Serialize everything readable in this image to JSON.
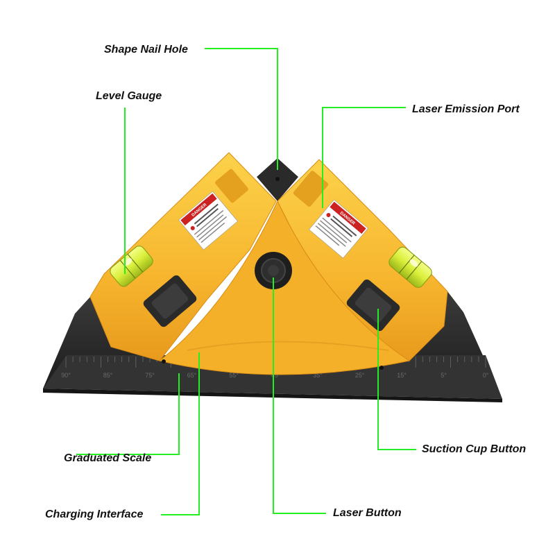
{
  "labels": {
    "shape_nail_hole": "Shape Nail Hole",
    "level_gauge": "Level Gauge",
    "laser_emission_port": "Laser Emission Port",
    "graduated_scale": "Graduated Scale",
    "suction_cup_button": "Suction Cup Button",
    "charging_interface": "Charging Interface",
    "laser_button": "Laser Button"
  },
  "warning_sticker": {
    "title": "DANGER"
  },
  "scale_ticks": [
    "90°",
    "85°",
    "75°",
    "65°",
    "55°",
    "45°",
    "35°",
    "25°",
    "15°",
    "5°",
    "0°"
  ],
  "colors": {
    "body_yellow": "#f7b52e",
    "body_highlight": "#fcd24a",
    "base_black": "#2b2b2b",
    "leader_green": "#22ee22",
    "level_vial": "#d9ef3a",
    "danger_red": "#cc2222"
  }
}
